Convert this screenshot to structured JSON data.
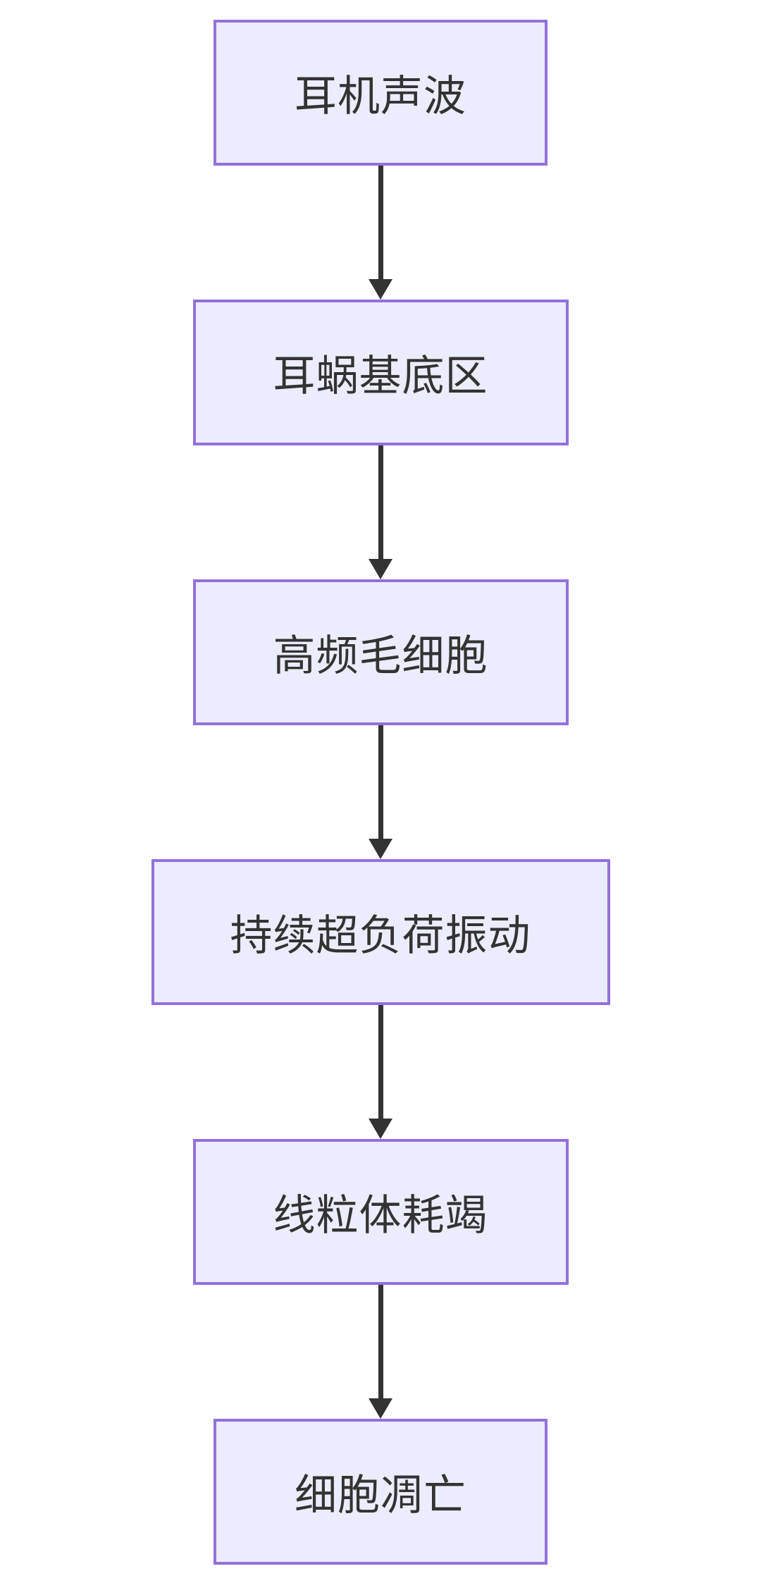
{
  "flowchart": {
    "type": "flowchart-top-down",
    "nodes": [
      {
        "label": "耳机声波"
      },
      {
        "label": "耳蜗基底区"
      },
      {
        "label": "高频毛细胞"
      },
      {
        "label": "持续超负荷振动"
      },
      {
        "label": "线粒体耗竭"
      },
      {
        "label": "细胞凋亡"
      }
    ],
    "edges": [
      {
        "from": 0,
        "to": 1
      },
      {
        "from": 1,
        "to": 2
      },
      {
        "from": 2,
        "to": 3
      },
      {
        "from": 3,
        "to": 4
      },
      {
        "from": 4,
        "to": 5
      }
    ],
    "colors": {
      "background": "#FFFFFF",
      "node_fill": "#ECECFF",
      "node_border": "#9370DB",
      "node_text": "#333333",
      "arrow": "#333333"
    }
  }
}
